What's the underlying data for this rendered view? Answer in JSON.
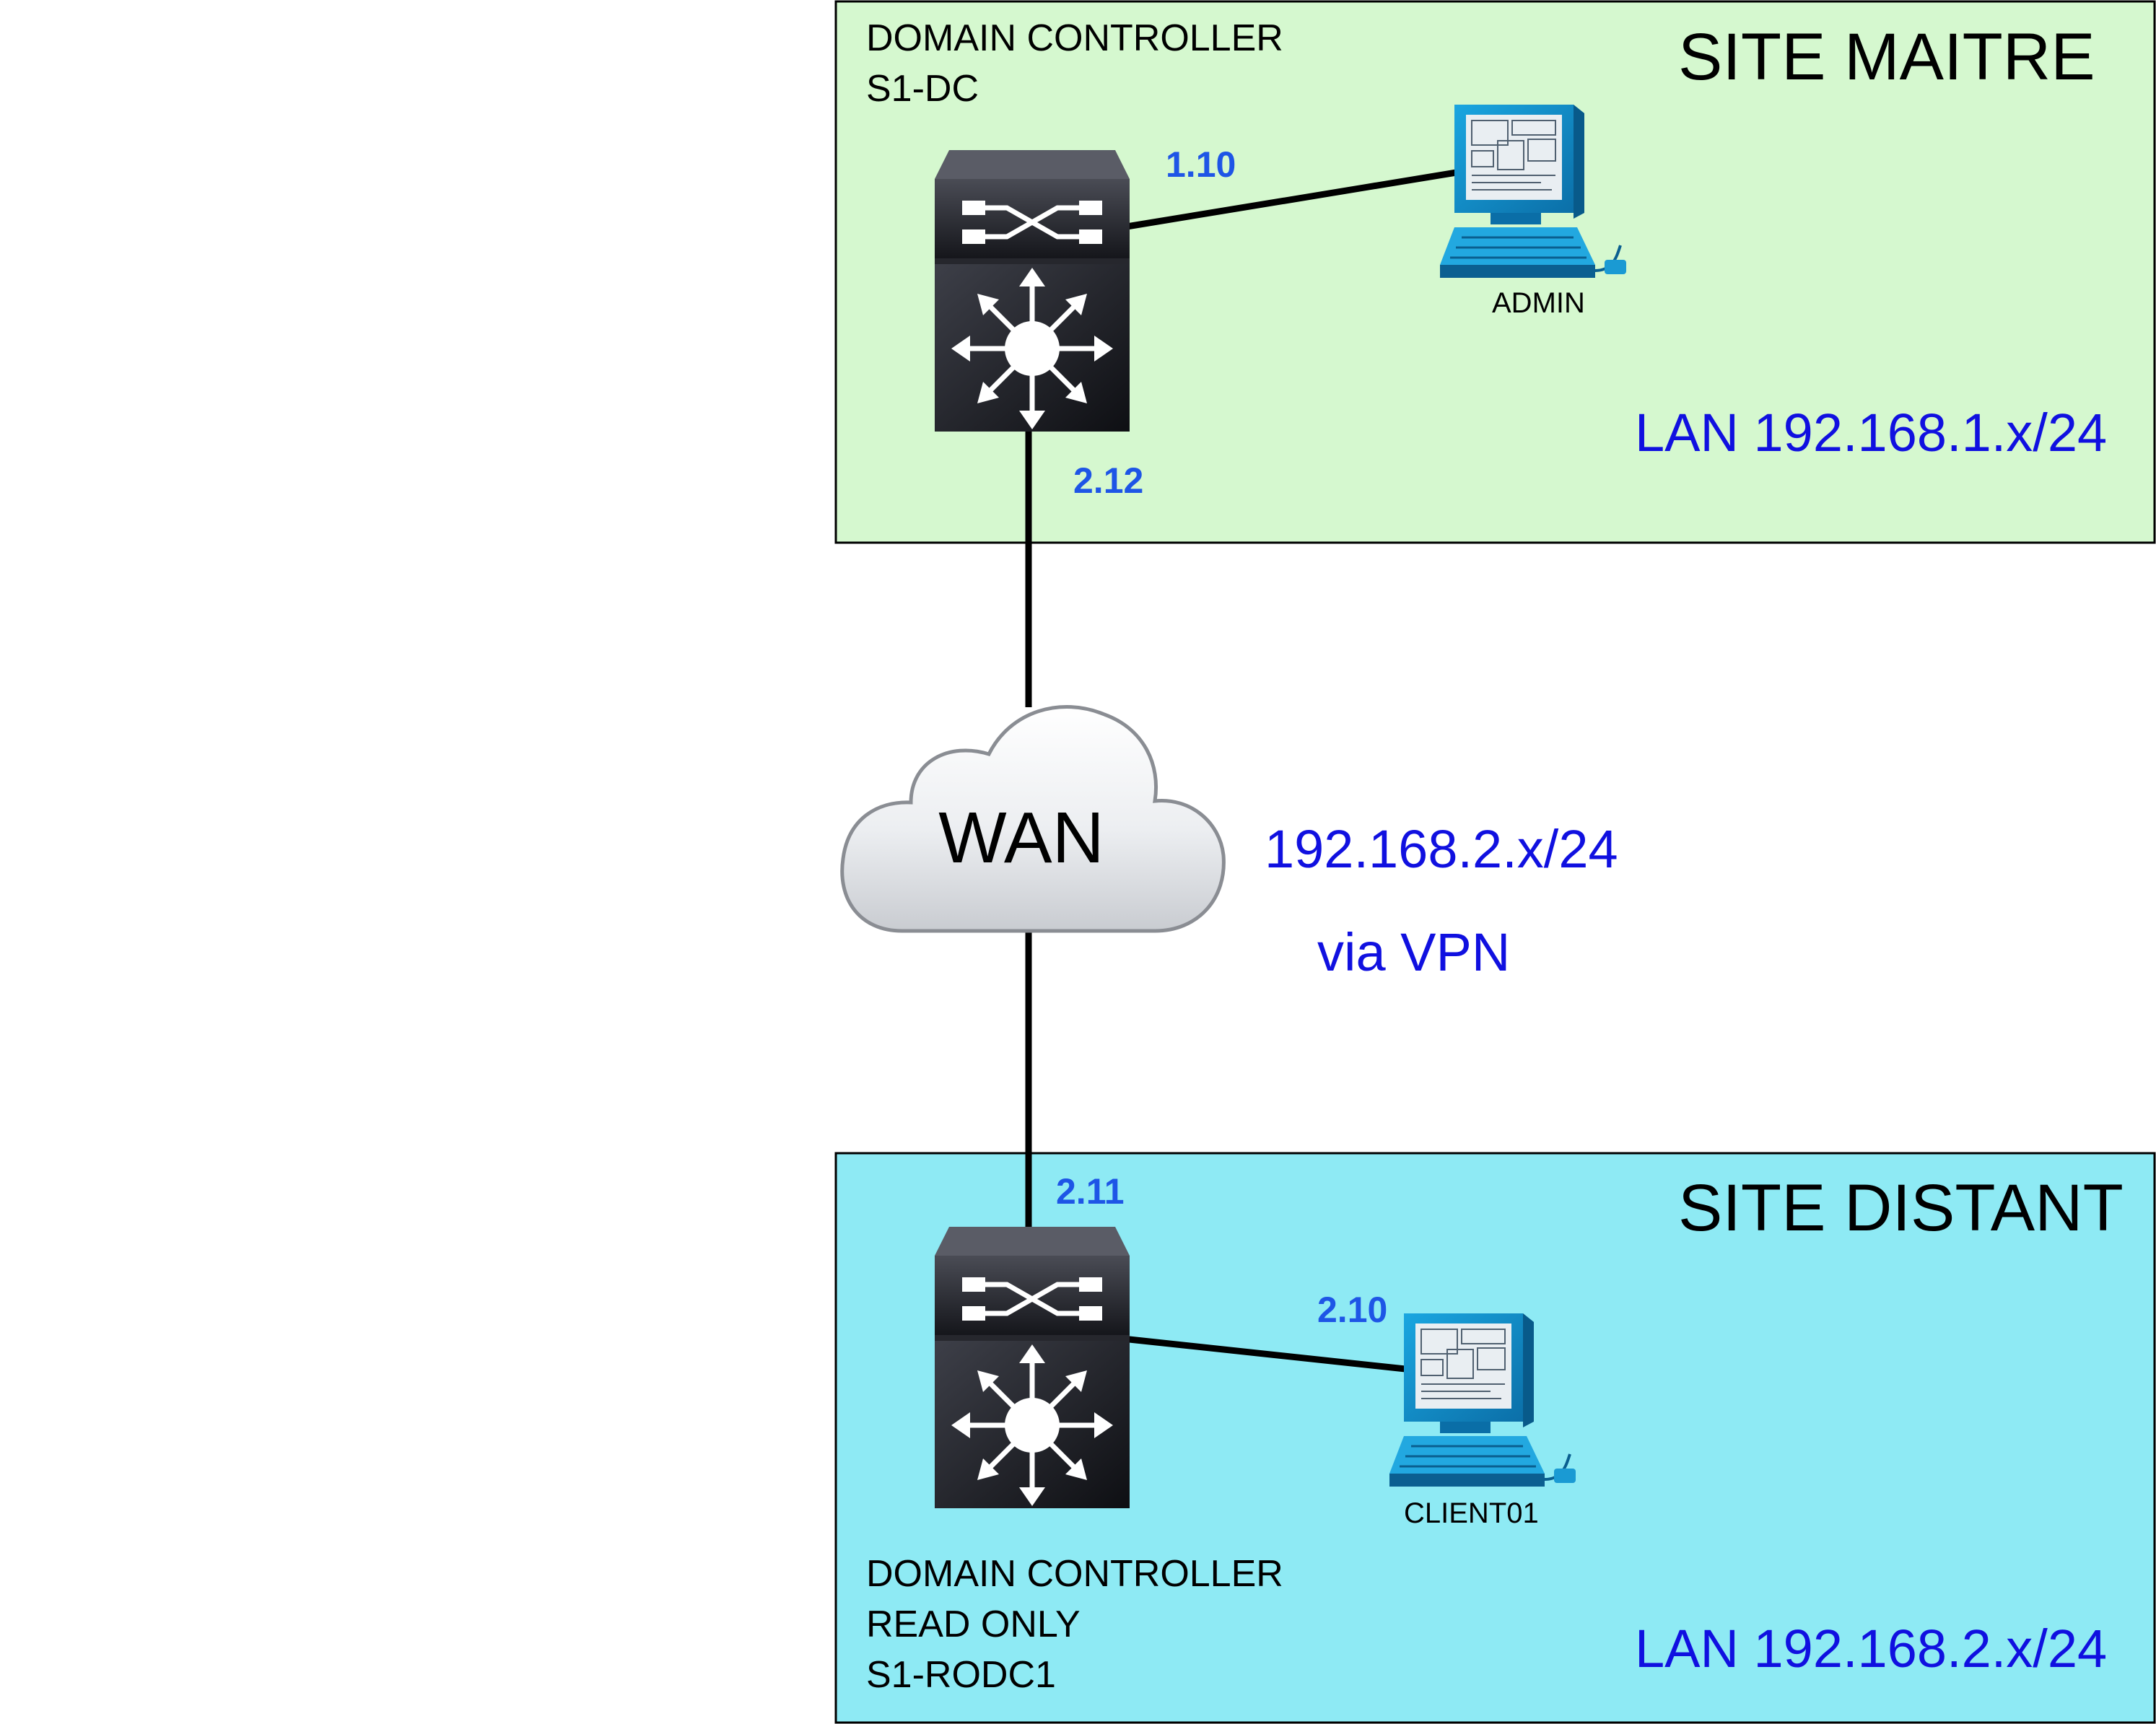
{
  "colors": {
    "site_master_fill": "#d5f8cf",
    "site_remote_fill": "#8eeaf4",
    "ip_label": "#1e55e6",
    "network_label": "#1010e0",
    "link": "#000000"
  },
  "site_master": {
    "title": "SITE MAITRE",
    "lan": "LAN 192.168.1.x/24",
    "dc": {
      "line1": "DOMAIN CONTROLLER",
      "line2": "S1-DC",
      "icon": "layer3-switch-icon"
    },
    "ip_admin_link": "1.10",
    "ip_wan_link": "2.12",
    "admin_pc": {
      "label": "ADMIN",
      "icon": "workstation-icon"
    }
  },
  "wan": {
    "label": "WAN",
    "icon": "cloud-icon",
    "network": "192.168.2.x/24",
    "via": "via VPN"
  },
  "site_remote": {
    "title": "SITE DISTANT",
    "lan": "LAN 192.168.2.x/24",
    "dc": {
      "line1": "DOMAIN CONTROLLER",
      "line2": "READ ONLY",
      "line3": "S1-RODC1",
      "icon": "layer3-switch-icon"
    },
    "ip_wan_link": "2.11",
    "ip_client_link": "2.10",
    "client_pc": {
      "label": "CLIENT01",
      "icon": "workstation-icon"
    }
  }
}
